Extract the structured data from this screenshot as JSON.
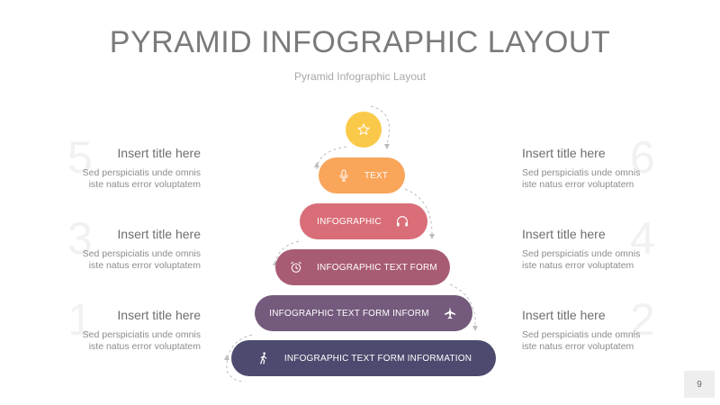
{
  "header": {
    "title": "PYRAMID INFOGRAPHIC LAYOUT",
    "subtitle": "Pyramid Infographic Layout"
  },
  "blocks": [
    {
      "number": "5",
      "title": "Insert title here",
      "text_line1": "Sed perspiciatis unde omnis",
      "text_line2": "iste natus error voluptatem"
    },
    {
      "number": "6",
      "title": "Insert title here",
      "text_line1": "Sed perspiciatis unde omnis",
      "text_line2": "iste natus error voluptatem"
    },
    {
      "number": "3",
      "title": "Insert title here",
      "text_line1": "Sed perspiciatis unde omnis",
      "text_line2": "iste natus error voluptatem"
    },
    {
      "number": "4",
      "title": "Insert title here",
      "text_line1": "Sed perspiciatis unde omnis",
      "text_line2": "iste natus error voluptatem"
    },
    {
      "number": "1",
      "title": "Insert title here",
      "text_line1": "Sed perspiciatis unde omnis",
      "text_line2": "iste natus error voluptatem"
    },
    {
      "number": "2",
      "title": "Insert title here",
      "text_line1": "Sed perspiciatis unde omnis",
      "text_line2": "iste natus error voluptatem"
    }
  ],
  "tiers": [
    {
      "label": "",
      "icon": "star-icon",
      "color": "#fbc94a"
    },
    {
      "label": "TEXT",
      "icon": "microphone-icon",
      "color": "#f9a55a"
    },
    {
      "label": "INFOGRAPHIC",
      "icon": "headphones-icon",
      "color": "#d96e78"
    },
    {
      "label": "INFOGRAPHIC TEXT FORM",
      "icon": "alarm-clock-icon",
      "color": "#a85c73"
    },
    {
      "label": "INFOGRAPHIC TEXT FORM INFORM",
      "icon": "airplane-icon",
      "color": "#745a7c"
    },
    {
      "label": "INFOGRAPHIC TEXT FORM INFORMATION",
      "icon": "walking-person-icon",
      "color": "#4c4a6e"
    }
  ],
  "page": {
    "number": "9"
  }
}
